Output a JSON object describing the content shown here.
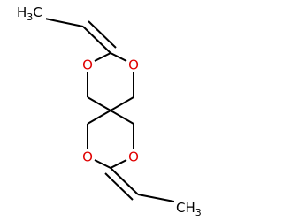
{
  "atoms": {
    "methyl_top": {
      "element": "H",
      "subscript": "3",
      "suffix": "C"
    },
    "methyl_bottom": {
      "element": "C",
      "suffix": "H",
      "subscript": "3"
    },
    "o_top_left": "O",
    "o_top_right": "O",
    "o_bottom_left": "O",
    "o_bottom_right": "O"
  },
  "colors": {
    "bond": "#000000",
    "oxygen": "#e00000",
    "background": "#ffffff"
  }
}
